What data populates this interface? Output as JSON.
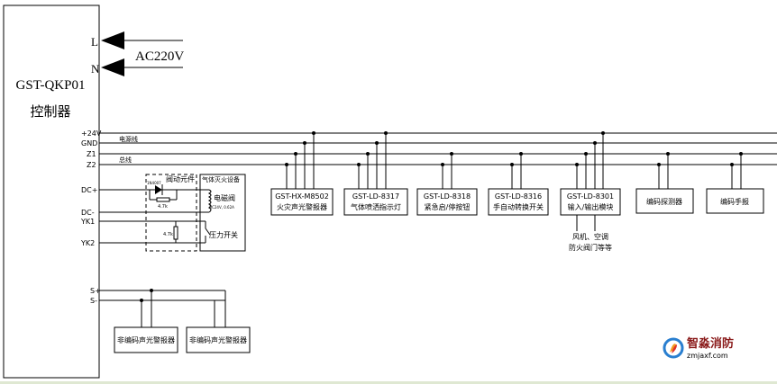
{
  "controller": {
    "model": "GST-QKP01",
    "name": "控制器",
    "terminals": {
      "L": "L",
      "N": "N",
      "p24v": "+24V",
      "gnd": "GND",
      "z1": "Z1",
      "z2": "Z2",
      "dcp": "DC+",
      "dcm": "DC-",
      "yk1": "YK1",
      "yk2": "YK2",
      "sp": "S+",
      "sm": "S-"
    }
  },
  "power_input": "AC220V",
  "bus_labels": {
    "power_line": "电源线",
    "bus_line": "总线"
  },
  "bus_devices": [
    {
      "model": "GST-HX-M8502",
      "desc": "火灾声光警报器"
    },
    {
      "model": "GST-LD-8317",
      "desc": "气体喷洒指示灯"
    },
    {
      "model": "GST-LD-8318",
      "desc": "紧急启/停按钮"
    },
    {
      "model": "GST-LD-8316",
      "desc": "手自动转换开关"
    },
    {
      "model": "GST-LD-8301",
      "desc": "输入/输出模块"
    },
    {
      "model": "",
      "desc": "编码探测器"
    },
    {
      "model": "",
      "desc": "编码手报"
    }
  ],
  "module_note": {
    "line1": "风机、空调",
    "line2": "防火阀门等等"
  },
  "extinguisher": {
    "valve_element": "阀动元件",
    "system_title": "气体灭火设备",
    "solenoid": "电磁阀",
    "solenoid_sub": "DC24V, 0.62A",
    "pressure_switch": "压力开关",
    "resistor_top": "4.7k",
    "resistor_mid": "4.7k",
    "diode_tag": "1N4007"
  },
  "sounders": [
    {
      "desc": "非编码声光警报器"
    },
    {
      "desc": "非编码声光警报器"
    }
  ],
  "logo": {
    "name": "智淼消防",
    "url": "zmjaxf.com",
    "colors": {
      "red": "#e0302b",
      "blue": "#2a7fd0",
      "orange": "#f39a1e"
    }
  }
}
